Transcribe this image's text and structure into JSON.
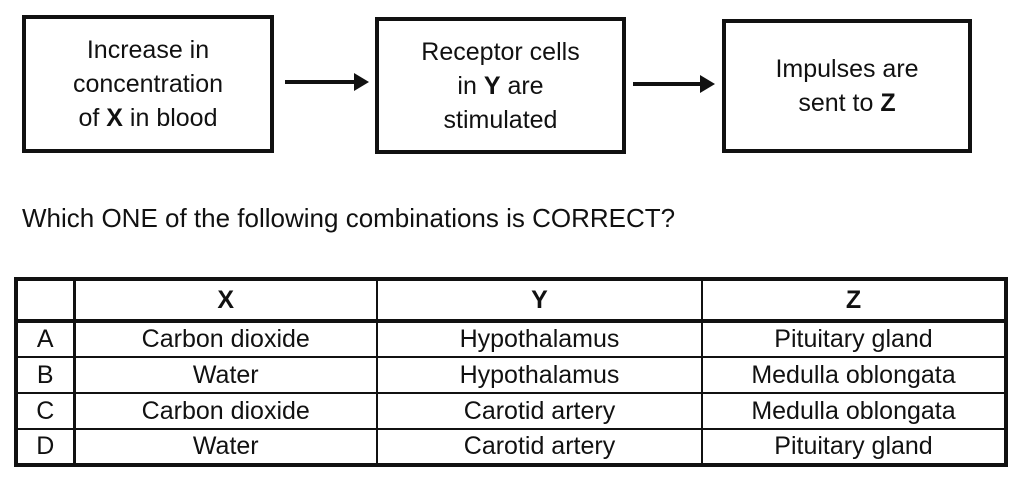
{
  "colors": {
    "ink": "#111111",
    "background": "#ffffff"
  },
  "flowchart": {
    "boxes": [
      {
        "line1": "Increase in",
        "line2": "concentration",
        "line3_pre": "of ",
        "line3_bold": "X",
        "line3_post": " in blood"
      },
      {
        "line1": "Receptor cells",
        "line2_pre": "in ",
        "line2_bold": "Y",
        "line2_post": " are",
        "line3": "stimulated"
      },
      {
        "line1": "Impulses are",
        "line2_pre": "sent to ",
        "line2_bold": "Z",
        "line2_post": ""
      }
    ],
    "arrow_icons": [
      "right-arrow",
      "right-arrow"
    ]
  },
  "question": {
    "text": "Which ONE of the following combinations is CORRECT?"
  },
  "table": {
    "headers": [
      "",
      "X",
      "Y",
      "Z"
    ],
    "rows": [
      {
        "label": "A",
        "x": "Carbon dioxide",
        "y": "Hypothalamus",
        "z": "Pituitary gland"
      },
      {
        "label": "B",
        "x": "Water",
        "y": "Hypothalamus",
        "z": "Medulla oblongata"
      },
      {
        "label": "C",
        "x": "Carbon dioxide",
        "y": "Carotid artery",
        "z": "Medulla oblongata"
      },
      {
        "label": "D",
        "x": "Water",
        "y": "Carotid artery",
        "z": "Pituitary gland"
      }
    ]
  }
}
